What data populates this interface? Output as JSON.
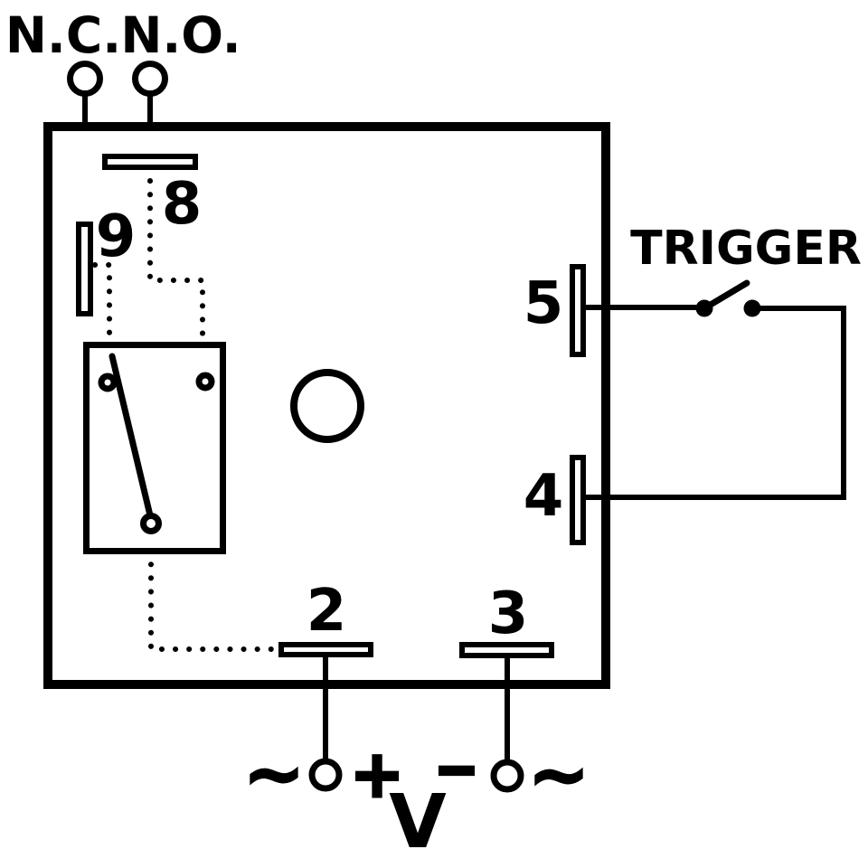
{
  "diagram": {
    "type": "relay-trigger-wiring-diagram",
    "background_color": "#ffffff",
    "line_color": "#000000",
    "labels": {
      "nc": "N.C.",
      "no": "N.O.",
      "trigger": "TRIGGER",
      "terminal_8": "8",
      "terminal_9": "9",
      "terminal_5": "5",
      "terminal_4": "4",
      "terminal_2": "2",
      "terminal_3": "3",
      "voltage": "V"
    },
    "symbols": {
      "ac_left": "~",
      "plus": "+",
      "minus": "−",
      "ac_right": "~"
    }
  }
}
